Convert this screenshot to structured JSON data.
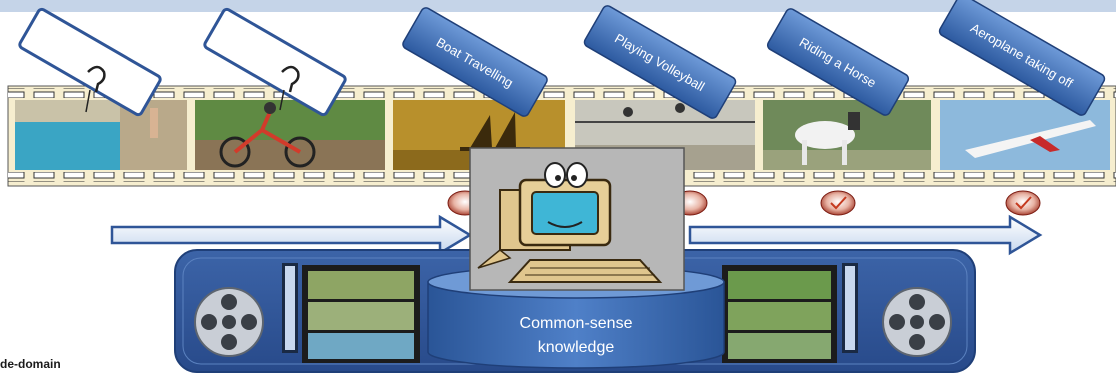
{
  "header": {
    "band_color": "#c5d4e8"
  },
  "tags": [
    {
      "label": "",
      "status": "question-mark"
    },
    {
      "label": "",
      "status": "question-mark"
    },
    {
      "label": "Boat Travelling",
      "status": "labeled"
    },
    {
      "label": "Playing Volleyball",
      "status": "labeled"
    },
    {
      "label": "Riding a Horse",
      "status": "labeled"
    },
    {
      "label": "Aeroplane taking off",
      "status": "labeled"
    }
  ],
  "frames": [
    {
      "scene": "pool-diving"
    },
    {
      "scene": "cycling"
    },
    {
      "scene": "boat-sunset"
    },
    {
      "scene": "volleyball"
    },
    {
      "scene": "horse-riding"
    },
    {
      "scene": "aeroplane"
    }
  ],
  "knowledge_base": {
    "line1": "Common-sense",
    "line2": "knowledge"
  },
  "corner_text": "de-domain",
  "colors": {
    "tag_fill": "#3f6fb8",
    "panel_fill": "#2f5597",
    "arrow_fill": "#dde8f6",
    "arrow_stroke": "#2f5597",
    "film_strip": "#f6eecf"
  },
  "icons": [
    "question-mark-icon",
    "computer-mascot-icon",
    "film-reel-icon",
    "film-strip-icon",
    "status-badge-icon"
  ]
}
